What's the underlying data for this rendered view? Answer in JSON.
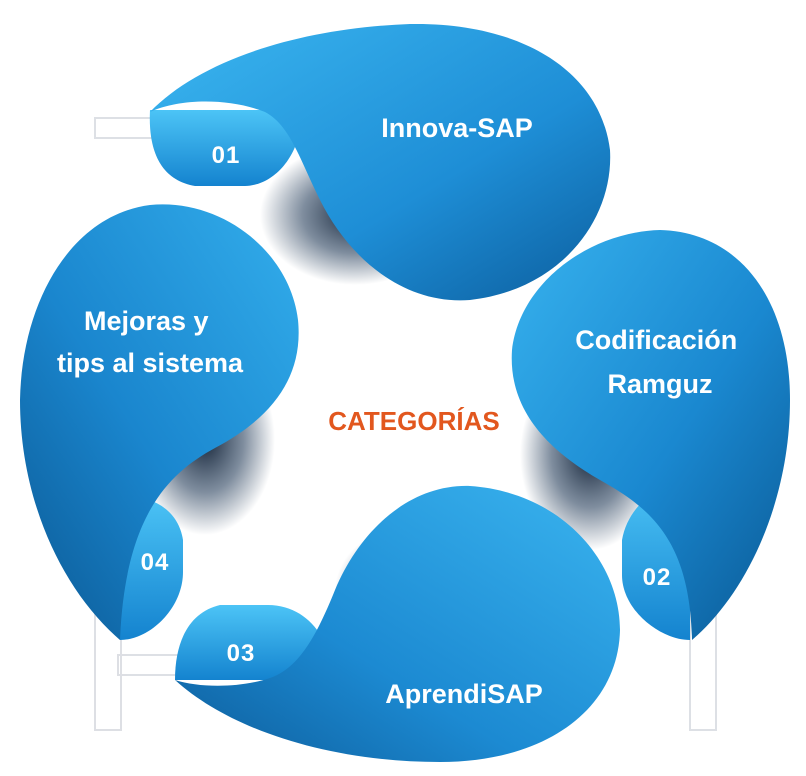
{
  "center_title": "CATEGORÍAS",
  "colors": {
    "accent": "#E2571E",
    "petal_light": "#29A8E8",
    "petal_dark": "#0A5FA0",
    "shadow": "#0B1A2E"
  },
  "categories": [
    {
      "number": "01",
      "lines": [
        "Innova-SAP"
      ]
    },
    {
      "number": "02",
      "lines": [
        "Codificación",
        "Ramguz"
      ]
    },
    {
      "number": "03",
      "lines": [
        "AprendiSAP"
      ]
    },
    {
      "number": "04",
      "lines": [
        "Mejoras y",
        "tips al sistema"
      ]
    }
  ]
}
